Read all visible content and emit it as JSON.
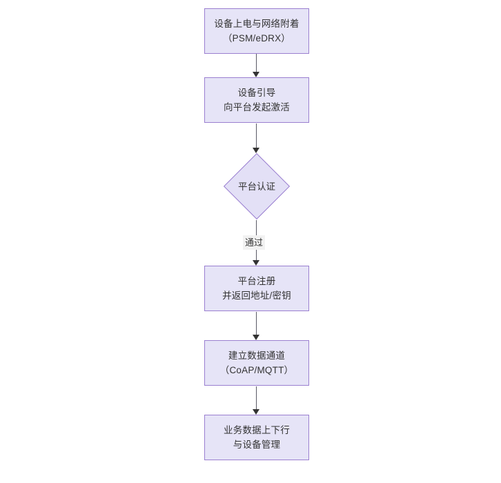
{
  "diagram": {
    "type": "flowchart",
    "orientation": "vertical",
    "colors": {
      "node_fill": "#e6e4f7",
      "node_border": "#9a7fd0",
      "text": "#333333",
      "connector": "#5a5a66",
      "background": "#ffffff",
      "edge_label_background": "#f2f2f2"
    },
    "nodes": [
      {
        "id": "n1",
        "shape": "rectangle",
        "lines": [
          "设备上电与网络附着",
          "（PSM/eDRX）"
        ]
      },
      {
        "id": "n2",
        "shape": "rectangle",
        "lines": [
          "设备引导",
          "向平台发起激活"
        ]
      },
      {
        "id": "n3",
        "shape": "diamond",
        "lines": [
          "平台认证"
        ]
      },
      {
        "id": "n4",
        "shape": "rectangle",
        "lines": [
          "平台注册",
          "并返回地址/密钥"
        ]
      },
      {
        "id": "n5",
        "shape": "rectangle",
        "lines": [
          "建立数据通道",
          "（CoAP/MQTT）"
        ]
      },
      {
        "id": "n6",
        "shape": "rectangle",
        "lines": [
          "业务数据上下行",
          "与设备管理"
        ]
      }
    ],
    "edges": [
      {
        "id": "e1",
        "from": "n1",
        "to": "n2",
        "label": ""
      },
      {
        "id": "e2",
        "from": "n2",
        "to": "n3",
        "label": ""
      },
      {
        "id": "e3",
        "from": "n3",
        "to": "n4",
        "label": "通过"
      },
      {
        "id": "e4",
        "from": "n4",
        "to": "n5",
        "label": ""
      },
      {
        "id": "e5",
        "from": "n5",
        "to": "n6",
        "label": ""
      }
    ]
  }
}
